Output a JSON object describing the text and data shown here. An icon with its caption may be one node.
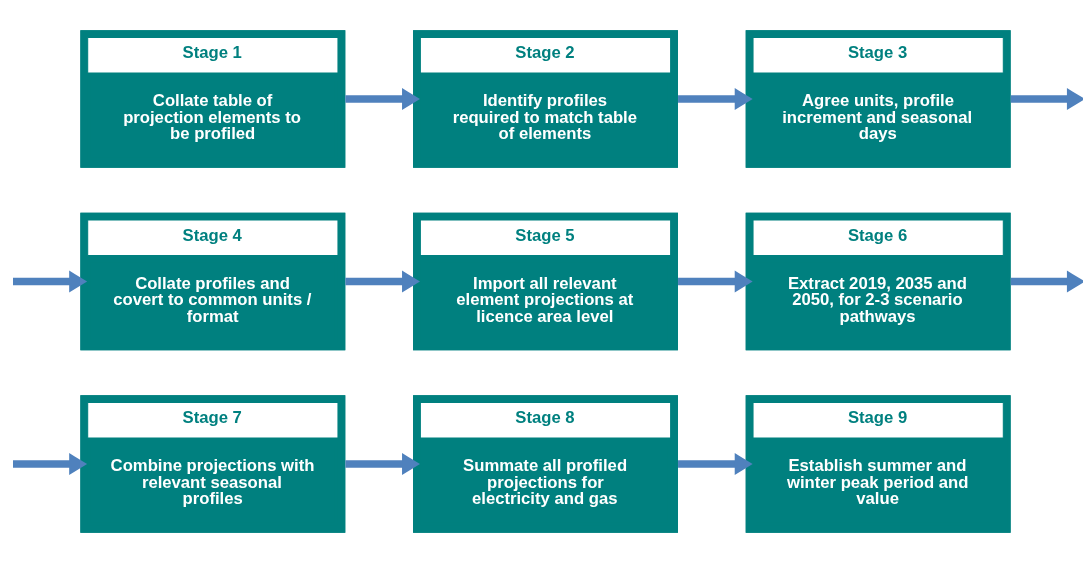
{
  "diagram": {
    "nodes": [
      {
        "text": [
          "Stage 1",
          "Collate table of projection elements to be profiled"
        ]
      },
      {
        "text": [
          "Stage 2",
          "Identify profiles required to match table of elements"
        ]
      },
      {
        "text": [
          "Stage 3",
          "Agree units, profile increment and seasonal days"
        ]
      },
      {
        "text": [
          "Stage 4",
          "Collate profiles and covert to common units / format"
        ]
      },
      {
        "text": [
          "Stage 5",
          "Import all relevant element projections at licence area level"
        ]
      },
      {
        "text": [
          "Stage 6",
          "Extract 2019, 2035 and 2050, for 2-3 scenario pathways"
        ]
      },
      {
        "text": [
          "Stage 7",
          "Combine projections with relevant seasonal profiles"
        ]
      },
      {
        "text": [
          "Stage 8",
          "Summate all profiled projections for electricity and gas"
        ]
      },
      {
        "text": [
          "Stage 9",
          "Establish summer and winter peak period and value"
        ]
      }
    ],
    "edges": [
      {
        "from": 0,
        "to": 1,
        "arrow": "to"
      },
      {
        "from": 1,
        "to": 2,
        "arrow": "to"
      },
      {
        "from": 2,
        "to": null,
        "arrow": "to"
      },
      {
        "from": null,
        "to": 3,
        "arrow": "to"
      },
      {
        "from": 3,
        "to": 4,
        "arrow": "to"
      },
      {
        "from": 4,
        "to": 5,
        "arrow": "to"
      },
      {
        "from": 5,
        "to": null,
        "arrow": "to"
      },
      {
        "from": null,
        "to": 6,
        "arrow": "to"
      },
      {
        "from": 6,
        "to": 7,
        "arrow": "to"
      },
      {
        "from": 7,
        "to": 8,
        "arrow": "to"
      }
    ]
  }
}
